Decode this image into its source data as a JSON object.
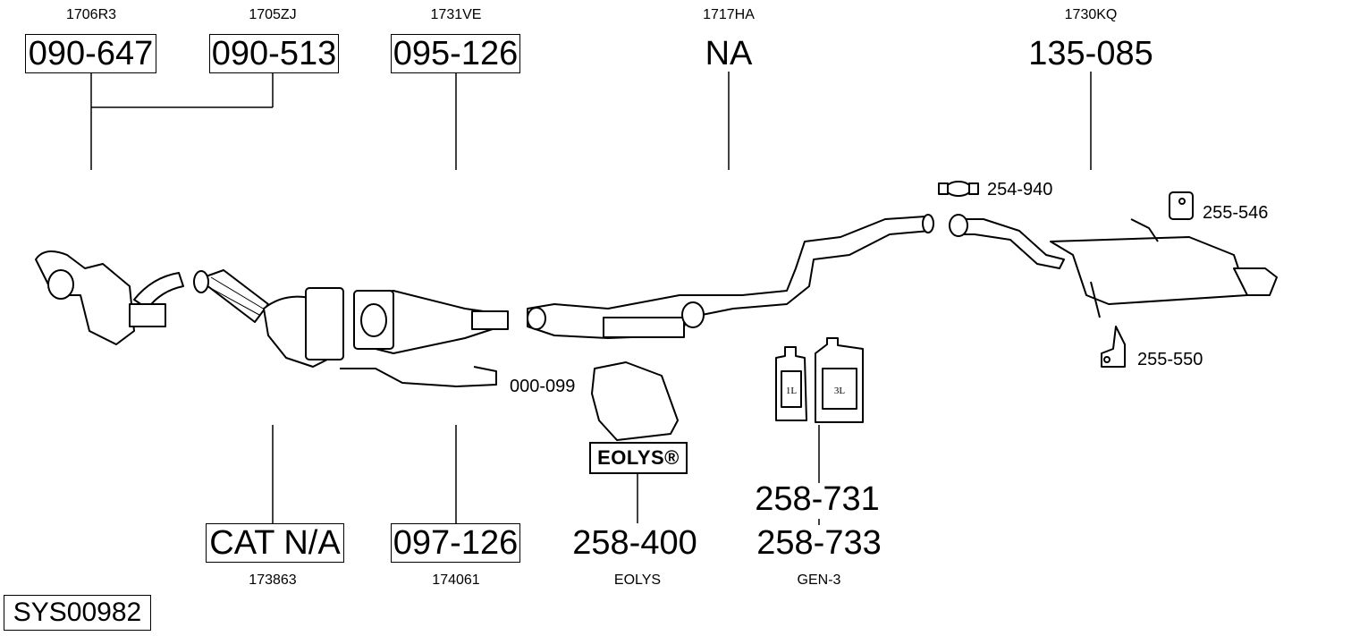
{
  "top_parts": [
    {
      "code": "1706R3",
      "number": "090-647"
    },
    {
      "code": "1705ZJ",
      "number": "090-513"
    },
    {
      "code": "1731VE",
      "number": "095-126"
    },
    {
      "code": "1717HA",
      "number": "NA"
    },
    {
      "code": "1730KQ",
      "number": "135-085"
    }
  ],
  "bottom_parts": [
    {
      "code": "173863",
      "number": "CAT N/A"
    },
    {
      "code": "174061",
      "number": "097-126"
    },
    {
      "code": "EOLYS",
      "number": "258-400",
      "logo": "EOLYS®"
    },
    {
      "code": "GEN-3",
      "number": "258-731",
      "number2": "258-733"
    }
  ],
  "accessories": [
    {
      "number": "000-099"
    },
    {
      "number": "254-940"
    },
    {
      "number": "255-546"
    },
    {
      "number": "255-550"
    }
  ],
  "bottle_labels": [
    "1L",
    "3L"
  ],
  "system_id": "SYS00982"
}
